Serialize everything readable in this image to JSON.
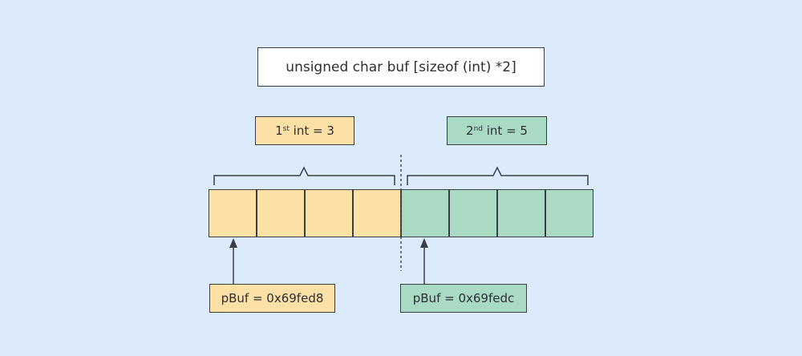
{
  "title": "unsigned char buf [sizeof (int) *2]",
  "int_labels": [
    {
      "ordinal": "1",
      "suffix": "st",
      "text": " int = 3"
    },
    {
      "ordinal": "2",
      "suffix": "nd",
      "text": " int = 5"
    }
  ],
  "pointers": [
    {
      "text": "pBuf = 0x69fed8"
    },
    {
      "text": "pBuf = 0x69fedc"
    }
  ],
  "colors": {
    "background": "#dcebfc",
    "first_int": "#fde0a6",
    "second_int": "#a9dac4",
    "stroke": "#3a3f44"
  }
}
